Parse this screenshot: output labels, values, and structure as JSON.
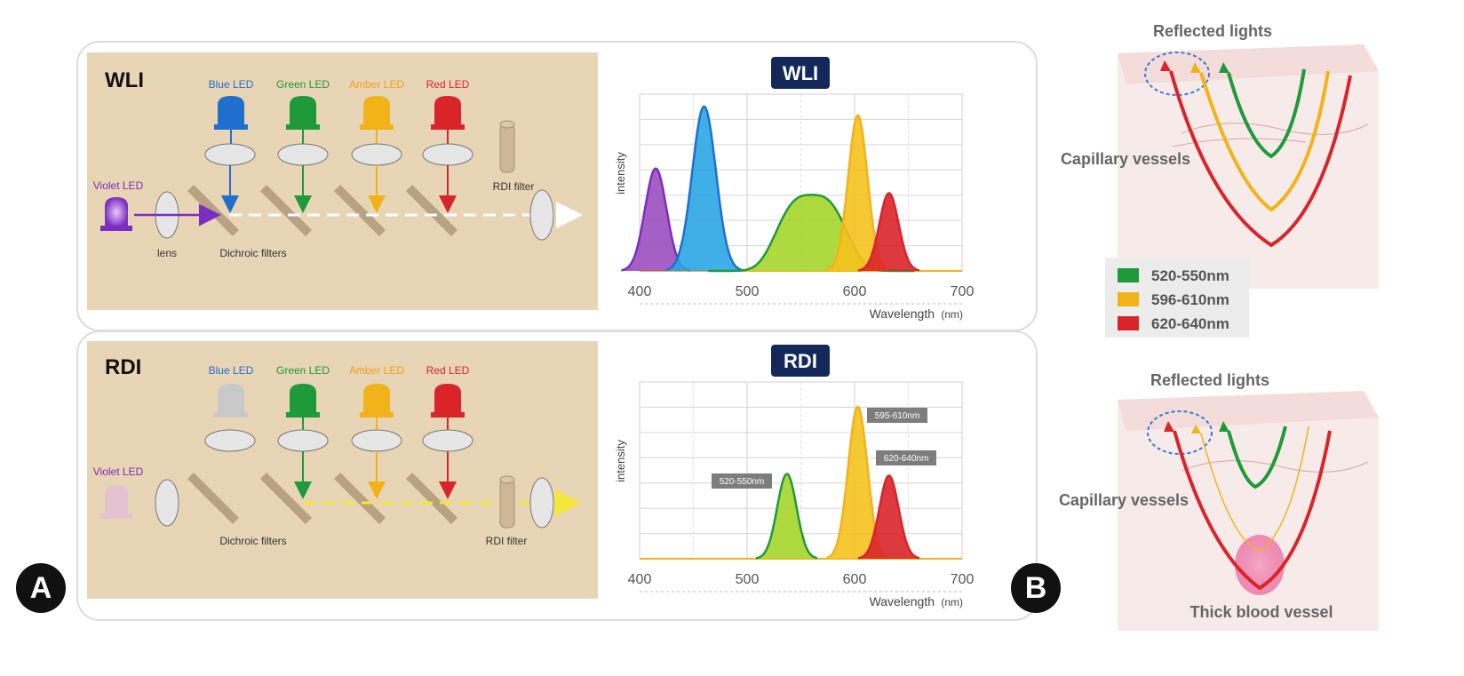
{
  "panel_a": {
    "badge": "A",
    "wli": {
      "title": "WLI",
      "leds": [
        "Blue LED",
        "Green LED",
        "Amber LED",
        "Red LED"
      ],
      "violet": "Violet LED",
      "lens": "lens",
      "dichroic": "Dichroic filters",
      "rdi_filter": "RDI filter",
      "chart_title": "WLI"
    },
    "rdi": {
      "title": "RDI",
      "leds": [
        "Blue LED",
        "Green LED",
        "Amber LED",
        "Red LED"
      ],
      "violet": "Violet LED",
      "dichroic": "Dichroic filters",
      "rdi_filter": "RDI filter",
      "chart_title": "RDI",
      "callouts": [
        "520-550nm",
        "595-610nm",
        "620-640nm"
      ]
    },
    "axis": {
      "ylabel": "intensity",
      "xlabel": "Wavelength",
      "xunit": "(nm)",
      "ticks": [
        "400",
        "500",
        "600",
        "700"
      ]
    },
    "colors": {
      "violet": "#7b2fbe",
      "blue": "#1f6fcf",
      "green": "#1e9a3a",
      "amber": "#f2b31a",
      "red": "#d9242a",
      "beige": "#e8d5b5",
      "navy": "#14285a"
    }
  },
  "panel_b": {
    "badge": "B",
    "top": {
      "reflected": "Reflected lights",
      "capillary": "Capillary vessels"
    },
    "legend": [
      {
        "label": "520-550nm",
        "color": "#1e9a3a"
      },
      {
        "label": "596-610nm",
        "color": "#f2b31a"
      },
      {
        "label": "620-640nm",
        "color": "#d9242a"
      }
    ],
    "bottom": {
      "reflected": "Reflected lights",
      "capillary": "Capillary vessels",
      "thick": "Thick blood vessel"
    }
  },
  "chart_data": [
    {
      "type": "area",
      "title": "WLI",
      "xlabel": "Wavelength (nm)",
      "ylabel": "intensity",
      "xlim": [
        400,
        700
      ],
      "xticks": [
        400,
        500,
        600,
        700
      ],
      "series": [
        {
          "name": "Violet LED",
          "peak_nm": 415,
          "relative_peak": 0.58
        },
        {
          "name": "Blue LED",
          "peak_nm": 460,
          "relative_peak": 0.93
        },
        {
          "name": "Green LED",
          "peak_nm": 560,
          "relative_peak": 0.43
        },
        {
          "name": "Amber LED",
          "peak_nm": 603,
          "relative_peak": 0.88
        },
        {
          "name": "Red LED",
          "peak_nm": 632,
          "relative_peak": 0.44
        }
      ]
    },
    {
      "type": "area",
      "title": "RDI",
      "xlabel": "Wavelength (nm)",
      "ylabel": "intensity",
      "xlim": [
        400,
        700
      ],
      "xticks": [
        400,
        500,
        600,
        700
      ],
      "series": [
        {
          "name": "520-550nm",
          "peak_nm": 537,
          "relative_peak": 0.48
        },
        {
          "name": "595-610nm",
          "peak_nm": 603,
          "relative_peak": 0.86
        },
        {
          "name": "620-640nm",
          "peak_nm": 632,
          "relative_peak": 0.47
        }
      ]
    }
  ]
}
